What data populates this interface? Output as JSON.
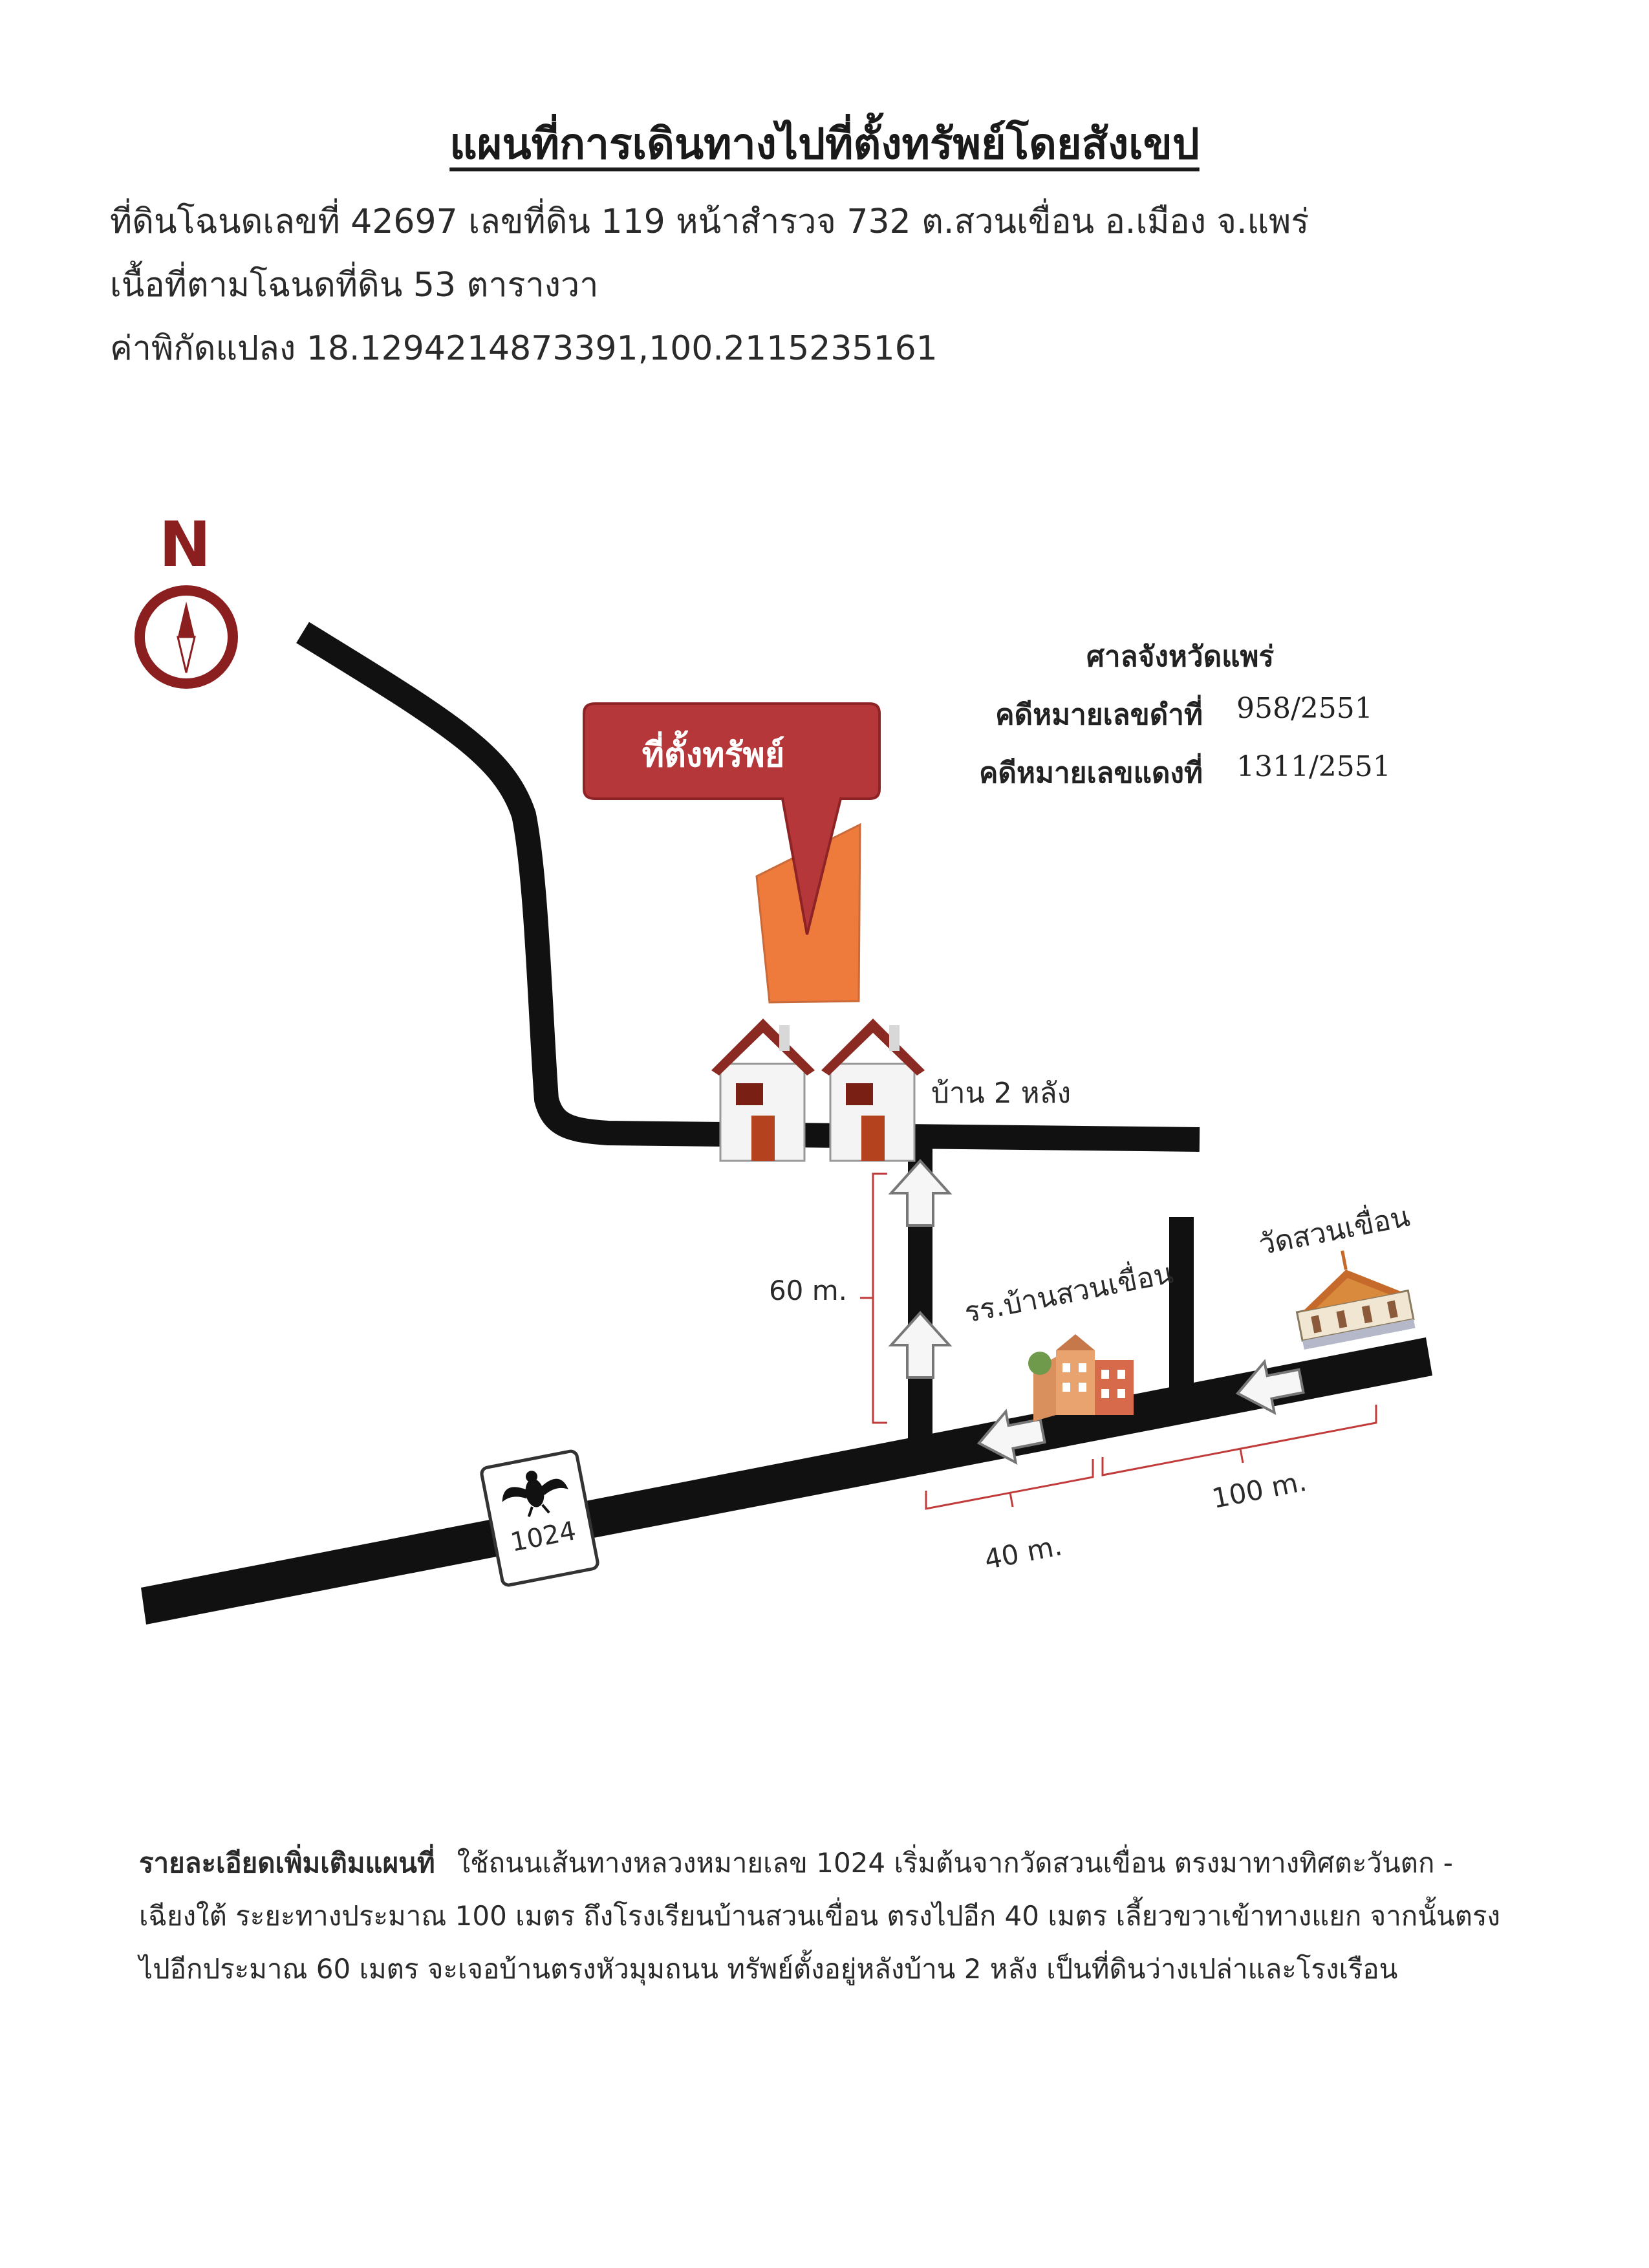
{
  "title": "แผนที่การเดินทางไปที่ตั้งทรัพย์โดยสังเขป",
  "header": {
    "line1": "ที่ดินโฉนดเลขที่ 42697 เลขที่ดิน 119 หน้าสำรวจ  732  ต.สวนเขื่อน  อ.เมือง  จ.แพร่",
    "line2": "เนื้อที่ตามโฉนดที่ดิน    53  ตารางวา",
    "line3": "ค่าพิกัดแปลง 18.1294214873391,100.2115235161"
  },
  "court": {
    "title": "ศาลจังหวัดแพร่",
    "black_case_label": "คดีหมายเลขดำที่",
    "black_case_value": "958/2551",
    "red_case_label": "คดีหมายเลขแดงที่",
    "red_case_value": "1311/2551"
  },
  "map": {
    "north_label": "N",
    "property_callout": "ที่ตั้งทรัพย์",
    "houses_label": "บ้าน 2 หลัง",
    "school_label": "รร.บ้านสวนเขื่อน",
    "temple_label": "วัดสวนเขื่อน",
    "route_number": "1024",
    "distance_vertical": "60 m.",
    "distance_40": "40 m.",
    "distance_100": "100 m.",
    "colors": {
      "road": "#111111",
      "callout": "#b5373a",
      "parcel": "#ee7a3c",
      "compass": "#8b1f1f",
      "dimension": "#c23b3b"
    }
  },
  "notes": {
    "label": "รายละเอียดเพิ่มเติมแผนที่",
    "text": "ใช้ถนนเส้นทางหลวงหมายเลข 1024 เริ่มต้นจากวัดสวนเขื่อน  ตรงมาทางทิศตะวันตก - เฉียงใต้ ระยะทางประมาณ 100 เมตร ถึงโรงเรียนบ้านสวนเขื่อน  ตรงไปอีก  40 เมตร  เลี้ยวขวาเข้าทางแยก  จากนั้นตรงไปอีกประมาณ 60 เมตร จะเจอบ้านตรงหัวมุมถนน ทรัพย์ตั้งอยู่หลังบ้าน 2 หลัง  เป็นที่ดินว่างเปล่าและโรงเรือน"
  }
}
